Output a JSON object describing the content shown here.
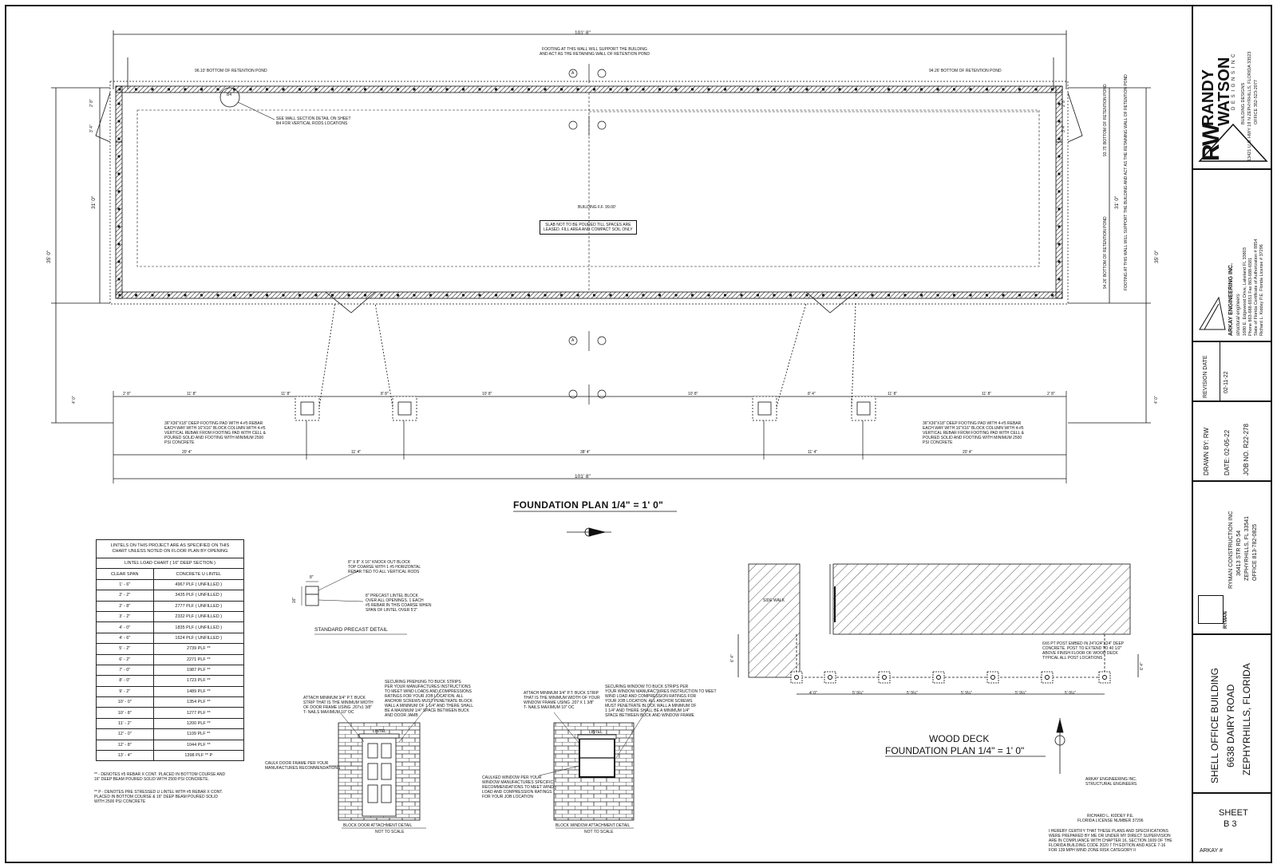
{
  "plan": {
    "top_dim": "101' 8\"",
    "bottom_dim": "101' 8\"",
    "top_note": "FOOTING AT THIS WALL WILL SUPPORT THE BUILDING\nAND ACT AS THE RETAINING WALL OF RETENTION POND",
    "left_pond": "96.10' BOTTOM OF RETENTION POND",
    "right_pond": "94.26' BOTTOM OF RETENTION POND",
    "right_pond_2": "93.75' BOTTOM OF RETENTION POND",
    "right_pond_3": "94.26' BOTTOM OF RETENTION POND",
    "right_note": "FOOTING AT THIS WALL WILL SUPPORT THE BUILDING\nAND ACT AS THE RETAINING WALL OF RETENTION POND",
    "section_note": "SEE WALL SECTION DETAIL ON SHEET\nB4 FOR VERTICAL RODS LOCATIONS",
    "building_ff": "BUILDING F.F. 99.00'",
    "slab_note": "SLAB NOT TO BE POURED TILL SPACES ARE\nLEASED. FILL AREA AND COMPACT SOIL ONLY",
    "left_dim_outer": "35' 0\"",
    "left_dim_inner": "31' 0\"",
    "right_dim_outer": "35' 0\"",
    "right_dim_inner": "31' 0\"",
    "side_2_8": "2' 8\"",
    "side_3_4": "3' 4\"",
    "side_4_0": "4' 0\"",
    "row1": [
      "2' 8\"",
      "11' 8\"",
      "11' 8\"",
      "8' 8\"",
      "10' 8\"",
      "10' 8\"",
      "8' 4\"",
      "11' 8\"",
      "11' 8\"",
      "2' 8\""
    ],
    "row2": [
      "20' 4\"",
      "11' 4\"",
      "38' 4\"",
      "11' 4\"",
      "20' 4\""
    ],
    "pad_note_left": "36\"X36\"X18\" DEEP FOOTING PAD WITH 4-#5 REBAR\nEACH WAY WITH 16\"X16\" BLOCK COLUMN WITH 4-#5\nVERTICAL REBAR FROM FOOTING PAD WITH CELL &\nPOURED SOLID AND FOOTING WITH MINIMUM 2500\nPSI CONCRETE",
    "pad_note_right": "36\"X36\"X18\" DEEP FOOTING PAD WITH 4-#5 REBAR\nEACH WAY WITH 16\"X16\" BLOCK COLUMN WITH 4-#5\nVERTICAL REBAR FROM FOOTING PAD WITH CELL &\nPOURED SOLID AND FOOTING WITH MINIMUM 2500\nPSI CONCRETE",
    "marker_a": "A",
    "marker_b4": "B4",
    "title": "FOUNDATION PLAN 1/4\" = 1' 0\""
  },
  "lintel": {
    "header": "LINTELS ON THIS PROJECT ARE AS SPECIFIED ON THIS\nCHART UNLESS NOTED ON FLOOR PLAN BY OPENING",
    "subheader": "LINTEL LOAD CHART ( 16\" DEEP SECTION )",
    "col1": "CLEAR SPAN",
    "col2": "CONCRETE U LINTEL",
    "rows": [
      [
        "1' - 6\"",
        "4967 PLF ( UNFILLED )"
      ],
      [
        "2' - 2\"",
        "3435 PLF ( UNFILLED )"
      ],
      [
        "2' - 8\"",
        "2777 PLF ( UNFILLED )"
      ],
      [
        "3' - 2\"",
        "2332 PLF ( UNFILLED )"
      ],
      [
        "4' - 0\"",
        "1835 PLF ( UNFILLED )"
      ],
      [
        "4' - 6\"",
        "1624 PLF ( UNFILLED )"
      ],
      [
        "5' - 2\"",
        "2739 PLF **"
      ],
      [
        "6' - 2\"",
        "2271 PLF **"
      ],
      [
        "7' - 0\"",
        "1987 PLF **"
      ],
      [
        "8' - 0\"",
        "1723 PLF **"
      ],
      [
        "9' - 2\"",
        "1489 PLF **"
      ],
      [
        "10' - 0\"",
        "1354 PLF **"
      ],
      [
        "10' - 8\"",
        "1277 PLF **"
      ],
      [
        "11' - 2\"",
        "1200 PLF **"
      ],
      [
        "12' - 0\"",
        "1109 PLF **"
      ],
      [
        "12' - 8\"",
        "1044 PLF **"
      ],
      [
        "13' - 4\"",
        "1398 PLF ** P"
      ]
    ],
    "note1": "** - DENOTES #5 REBAR X CONT. PLACED IN BOTTOM COURSE AND\n16\" DEEP BEAM POURED SOLID WITH 2500 PSI CONCRETE.",
    "note2": "** P - DENOTES PRE STRESSED U LINTEL WITH #5 REBAR X CONT.\nPLACED IN BOTTOM COURSE & 16\" DEEP BEAM POURED SOLID\nWITH 2500 PSI CONCRETE"
  },
  "precast": {
    "note1": "8\" X 8\" X 16\" KNOCK OUT BLOCK\nTOP COARSE WITH 1 #5 HORIZONTAL\nREBAR TIED TO ALL VERTICAL RODS",
    "note2": "8\" PRECAST LINTEL BLOCK\nOVER ALL OPENINGS. 1 EACH\n#5 REBAR IN THIS COARSE WHEN\nSPAN OF LINTEL OVER 5'2\"",
    "dim_w": "8\"",
    "dim_h": "16\"",
    "title": "STANDARD PRECAST DETAIL"
  },
  "door": {
    "note_left": "ATTACH MINIMUM 3/4\" P.T. BUCK\nSTRIP THAT IS THE MINIMUM WIDTH\nOF DOOR FRAME USING .207x1 3/8\"\nT- NAILS MAXIMUM 10\" OC",
    "note_right": "SECURING PREHUNG TO BUCK STRIPS\nPER YOUR MANUFACTURES INSTRUCTIONS\nTO MEET WIND LOADS AND COMPRESSIONS\nRATINGS FOR YOUR JOB LOCATION. ALL\nANCHOR SCREWS MUST PENETRATE BLOCK\nWALL A MINIMUM OF 1 1/4\" AND THERE SHALL\nBE A MAXIMUM 1/4\" SPACE BETWEEN BUCK\nAND DOOR JAMB",
    "caulk": "CAULK DOOR FRAME PER YOUR\nMANUFACTURES RECOMMENDATIONS",
    "lintel": "LINTEL",
    "title": "BLOCK DOOR ATTACHMENT DETAIL",
    "scale": "NOT TO SCALE"
  },
  "window": {
    "note_left": "ATTACH MINIMUM 3/4\" P.T. BUCK STRIP\nTHAT IS THE MINIMUM WIDTH OF YOUR\nWINDOW FRAME USING .207 X 1 3/8\"\nT- NAILS MAXIMUM 10\" OC",
    "note_right": "SECURING WINDOW TO BUCK STRIPS PER\nYOUR WINDOW MANUFACTURES INSTRUCTION TO MEET\nWIND LOAD AND COMPRESSION RATINGS FOR\nYOUR JOB LOCATION. ALL ANCHOR SCREWS\nMUST PENETRATE BLOCK WALL A MINIMUM OF\n1 1/4\" AND THERE SHALL BE A MINIMUM 1/4\"\nSPACE BETWEEN BUCK AND WINDOW FRAME",
    "caulk": "CAULKED WINDOW PER YOUR\nWINDOW MANUFACTURES SPECIFIC\nRECOMMENDATIONS TO MEET WIND\nLOAD AND COMPRESSION RATINGS\nFOR YOUR JOB LOCATION",
    "lintel": "LINTEL",
    "title": "BLOCK WINDOW ATTACHMENT DETAIL",
    "scale": "NOT TO SCALE"
  },
  "deck": {
    "sidewalk": "SIDE WALK",
    "post_note": "6X6 PT POST EMBED IN 24\"X24\"X24\" DEEP\nCONCRETE. POST TO EXTEND TO 40 1/2\"\nABOVE FINISH FLOOR OF WOOD DECK\nTYPICAL ALL POST LOCATIONS",
    "dims": [
      "4' 0\"",
      "5' 9¼\"",
      "5' 9¼\"",
      "5' 9¼\"",
      "5' 9¼\"",
      "5' 9¼\""
    ],
    "left_dim": "6' 4\"",
    "right_dim": "6' 4\"",
    "title_1": "WOOD DECK",
    "title_2": "FOUNDATION PLAN 1/4\" = 1' 0\""
  },
  "engineer": {
    "firm": "ARKAY ENGINEERING INC.\nSTRUCTURAL ENGINEERS",
    "name": "RICHARD L. KIDDEY P.E.\nFLORIDA LICENSE NUMBER 37296",
    "certify": "I HEREBY CERTIFY THAT THESE PLANS AND SPECIFICATIONS\nWERE PREPARED BY ME OR UNDER MY DIRECT SUPERVISION\nARE IN COMPLIANCE WITH CHAPTER 16, SECTION 1609 OF THE\nFLORIDA BUILDING CODE 2020 7 TH EDITION AND ASCE 7-16\nFOR 139 MPH WIND ZONE RISK CATEGORY II"
  },
  "title_block": {
    "rw_logo": "RW",
    "randy": "RANDY",
    "watson": "WATSON",
    "designs_inc": "D E S I G N S   I N C",
    "building_designs": "BUILDING DESIGNS",
    "address": "13421 U.S. HWY 19 N ZEPHYRHILLS, FLORIDA 33523",
    "office": "OFFICE 352-523-2077",
    "arkay_name": "ARKAY ENGINEERING INC.",
    "arkay_sub": "structural engineers",
    "arkay_addr": "1680 E. Edgewood Drive, Lakeland  FL 33803",
    "arkay_phone": "Phone 863-688-6551  Fax 863-688-6581",
    "arkay_cert": "State of Florida Certificate of Authorization # 8854",
    "arkay_lic": "Richard L. Kiddey P.E.   Florida License # 37296",
    "revision_label": "REVISION DATE",
    "revision_date": "02-11-22",
    "drawn_by": "DRAWN BY: RW",
    "date": "DATE: 02-05-22",
    "job_no": "JOB NO. R22-278",
    "ryman_name": "RYMAN CONSTRUCTION INC",
    "ryman_addr": "36413 STR RD 54",
    "ryman_city": "ZEPHYRHILLS, FL 33541",
    "ryman_office": "OFFICE 813-782-0825",
    "ryman_logo": "RYMAN",
    "project_1": "SHELL OFFICE BUILDING",
    "project_2": "6638 DAIRY ROAD",
    "project_3": "ZEPHYRHILLS, FLORIDA",
    "sheet_label": "SHEET",
    "sheet_no": "B 3",
    "arkay_hash": "ARKAY #"
  },
  "colors": {
    "ink": "#111111",
    "hatch": "#333333"
  }
}
